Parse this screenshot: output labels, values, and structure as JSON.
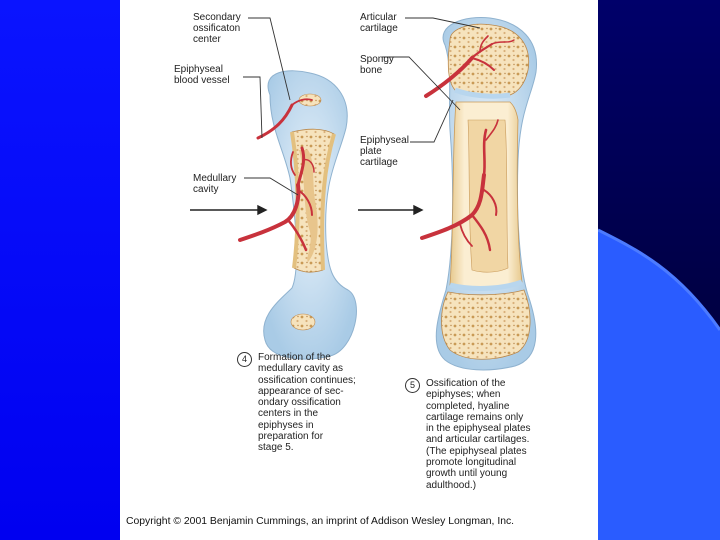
{
  "labels": {
    "secondary": "Secondary\nossificaton\ncenter",
    "epiphyseal_vessel": "Epiphyseal\nblood vessel",
    "medullary": "Medullary\ncavity",
    "articular": "Articular\ncartilage",
    "spongy": "Spongy\nbone",
    "plate": "Epiphyseal\nplate\ncartilage"
  },
  "steps": [
    {
      "number": "4",
      "text": "Formation of the\nmedullary cavity as\nossification continues;\nappearance of sec-\nondary ossification\ncenters in the\nepiphyses in\npreparation for\nstage 5."
    },
    {
      "number": "5",
      "text": "Ossification of the\nepiphyses; when\ncompleted, hyaline\ncartilage remains only\nin the epiphyseal plates\nand articular cartilages.\n(The epiphyseal plates\npromote longitudinal\ngrowth until young\nadulthood.)"
    }
  ],
  "copyright": "Copyright © 2001 Benjamin Cummings, an imprint of Addison Wesley Longman, Inc.",
  "colors": {
    "background_blue": "#0000ff",
    "dark_navy": "#000050",
    "cartilage": "#cfe3f2",
    "bone": "#f3ddb0",
    "vessel": "#c8323c"
  }
}
